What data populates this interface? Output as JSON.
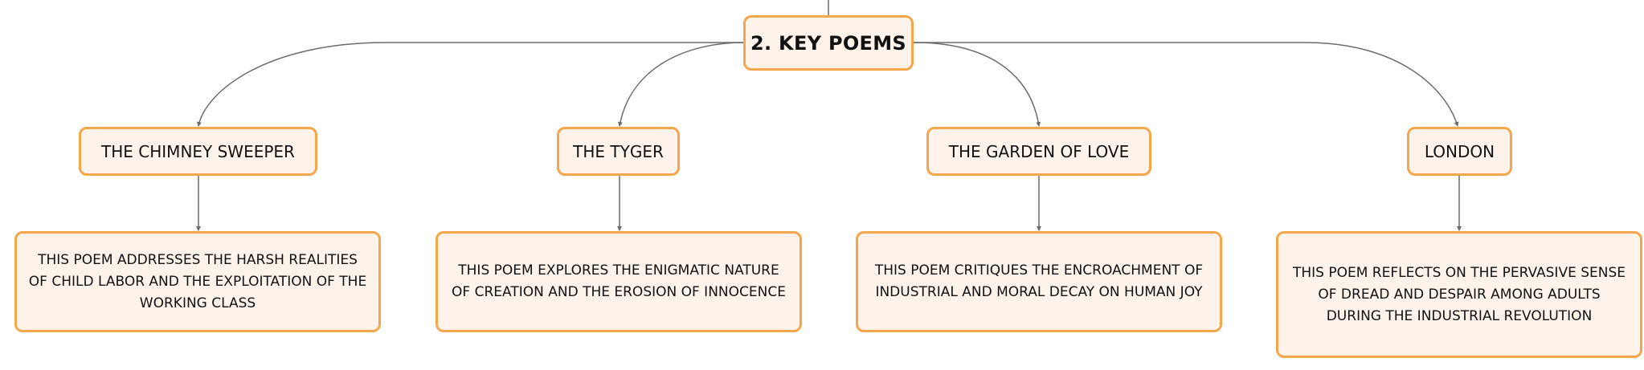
{
  "root": {
    "label": "2. KEY POEMS"
  },
  "poems": [
    {
      "title": "THE CHIMNEY SWEEPER",
      "description": "THIS POEM ADDRESSES THE HARSH REALITIES OF CHILD LABOR AND THE EXPLOITATION OF THE WORKING CLASS"
    },
    {
      "title": "THE TYGER",
      "description": "THIS POEM EXPLORES THE ENIGMATIC NATURE OF CREATION AND THE EROSION OF INNOCENCE"
    },
    {
      "title": "THE GARDEN OF LOVE",
      "description": "THIS POEM CRITIQUES THE ENCROACHMENT OF INDUSTRIAL AND MORAL DECAY ON HUMAN JOY"
    },
    {
      "title": "LONDON",
      "description": "THIS POEM REFLECTS ON THE PERVASIVE SENSE OF DREAD AND DESPAIR AMONG ADULTS DURING THE INDUSTRIAL REVOLUTION"
    }
  ],
  "colors": {
    "node_fill": "#fdf3ea",
    "node_border": "#f4a64a",
    "connector": "#6b6b6b",
    "text": "#111111"
  }
}
